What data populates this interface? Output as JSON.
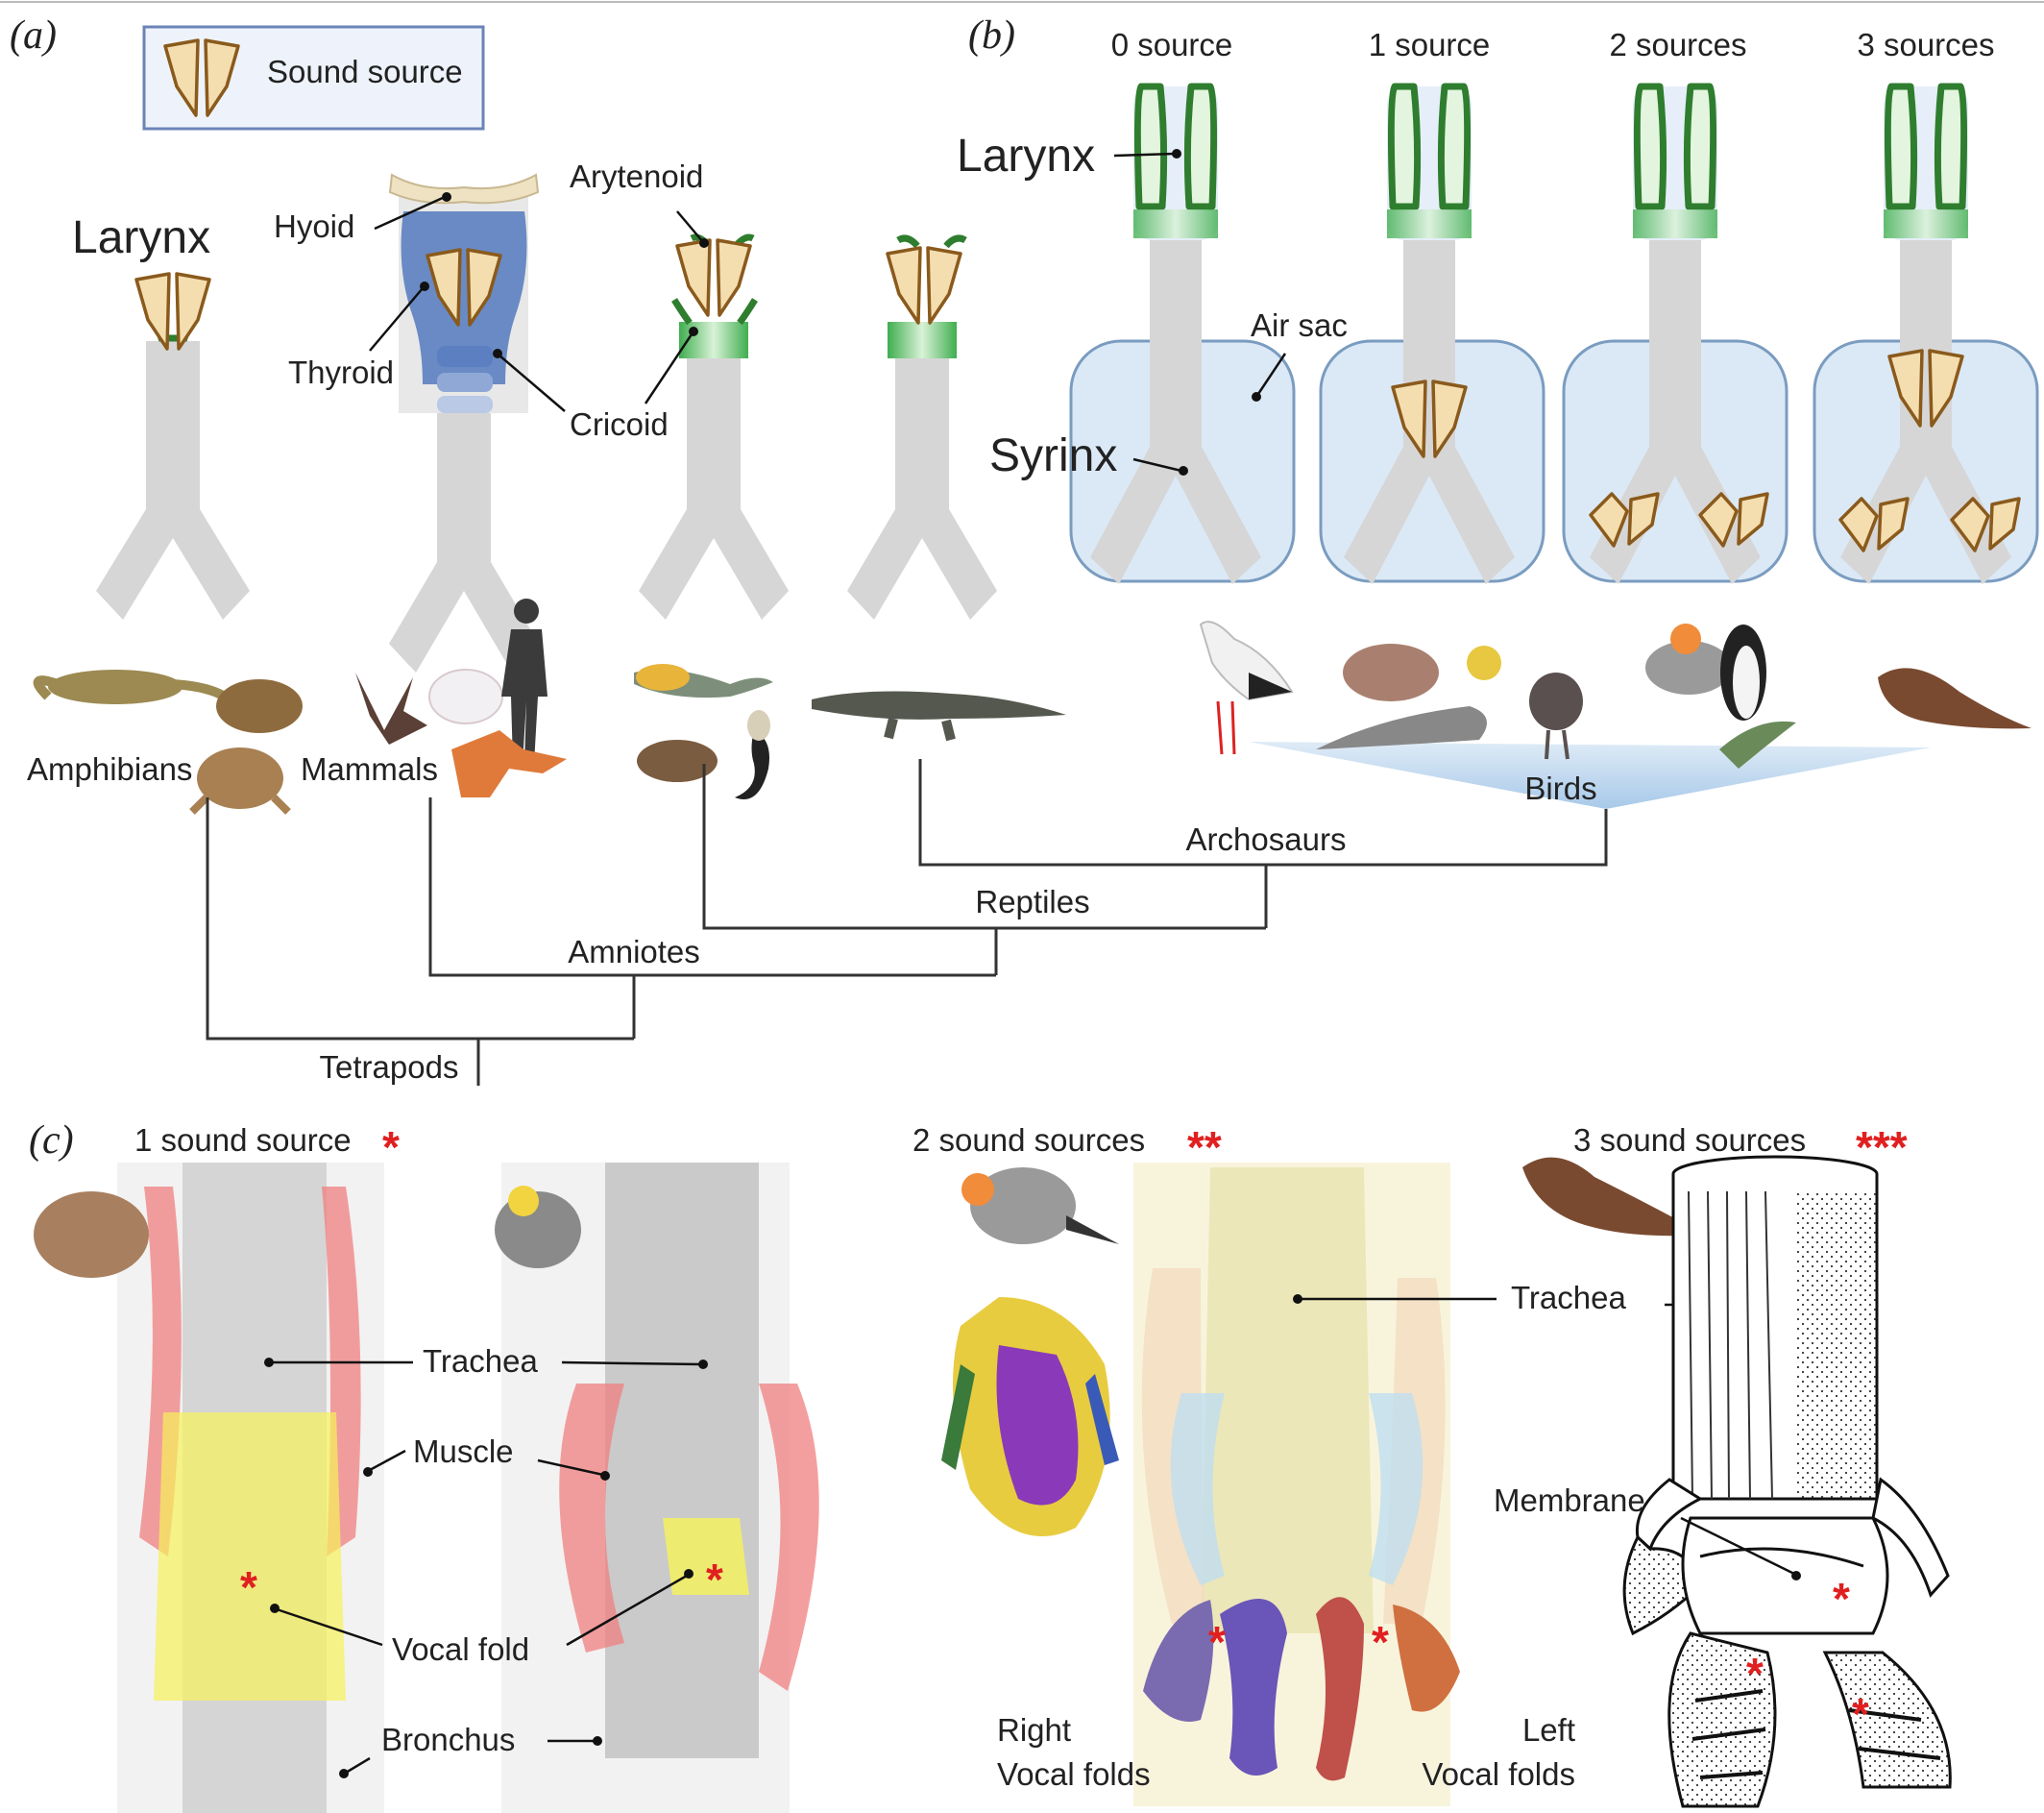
{
  "panels": {
    "a": "(a)",
    "b": "(b)",
    "c": "(c)"
  },
  "legend": {
    "label": "Sound source"
  },
  "panel_a": {
    "larynx": "Larynx",
    "hyoid": "Hyoid",
    "thyroid": "Thyroid",
    "arytenoid": "Arytenoid",
    "cricoid": "Cricoid",
    "groups": [
      "Amphibians",
      "Mammals"
    ]
  },
  "panel_b": {
    "columns": [
      "0 source",
      "1 source",
      "2 sources",
      "3 sources"
    ],
    "larynx": "Larynx",
    "syrinx": "Syrinx",
    "air_sac": "Air sac",
    "birds": "Birds"
  },
  "tree": {
    "archosaurs": "Archosaurs",
    "reptiles": "Reptiles",
    "amniotes": "Amniotes",
    "tetrapods": "Tetrapods"
  },
  "panel_c": {
    "titles": [
      "1 sound source",
      "2 sound sources",
      "3 sound sources"
    ],
    "stars": [
      "*",
      "**",
      "***",
      "*"
    ],
    "trachea": "Trachea",
    "muscle": "Muscle",
    "vocal_fold": "Vocal fold",
    "bronchus": "Bronchus",
    "membrane": "Membrane",
    "right": "Right",
    "left": "Left",
    "vocal_folds": "Vocal folds"
  },
  "colors": {
    "sound_source_fill": "#f4deb0",
    "sound_source_stroke": "#8a5a1c",
    "larynx_green": "#2f7d2f",
    "airway_gray": "#d6d6d6",
    "air_sac_blue": "#dbe9f6",
    "mammal_larynx_blue": "#5b7fc0",
    "star_red": "#e02020"
  }
}
